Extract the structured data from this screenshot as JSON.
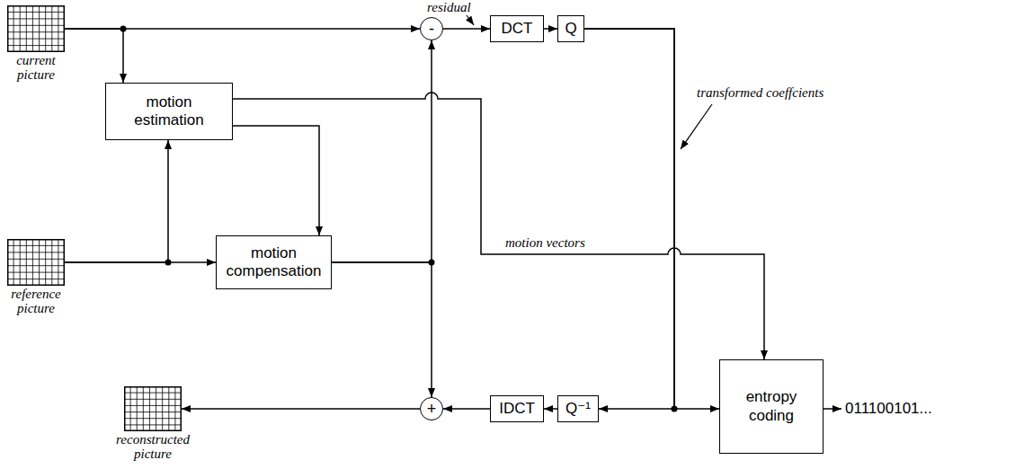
{
  "diagram": {
    "nodes": [
      {
        "text": [
          "current picture"
        ]
      },
      {
        "text": [
          "motion estimation"
        ]
      },
      {
        "text": [
          "reference picture"
        ]
      },
      {
        "text": [
          "motion compensation"
        ]
      },
      {
        "text": [
          "-"
        ]
      },
      {
        "text": [
          "DCT"
        ]
      },
      {
        "text": [
          "Q"
        ]
      },
      {
        "text": [
          "entropy coding"
        ]
      },
      {
        "text": [
          "Q⁻¹"
        ]
      },
      {
        "text": [
          "IDCT"
        ]
      },
      {
        "text": [
          "+"
        ]
      },
      {
        "text": [
          "reconstructed picture"
        ]
      }
    ],
    "edges": [
      {
        "from": 0,
        "to": 4,
        "arrow": "to"
      },
      {
        "from": 0,
        "to": 1,
        "arrow": "to"
      },
      {
        "from": 2,
        "to": 1,
        "arrow": "to"
      },
      {
        "from": 2,
        "to": 3,
        "arrow": "to"
      },
      {
        "from": 1,
        "to": 3,
        "arrow": "to"
      },
      {
        "from": 3,
        "to": 4,
        "arrow": "to"
      },
      {
        "from": 3,
        "to": 10,
        "arrow": "to"
      },
      {
        "from": 1,
        "to": 7,
        "label": "motion vectors",
        "arrow": "to"
      },
      {
        "from": 6,
        "to": 7,
        "arrow": "to"
      },
      {
        "from": 6,
        "to": 8,
        "arrow": "to"
      },
      {
        "from": 8,
        "to": 9,
        "arrow": "to"
      },
      {
        "from": 9,
        "to": 10,
        "arrow": "to"
      },
      {
        "from": 10,
        "to": 11,
        "arrow": "to"
      },
      {
        "from": 4,
        "to": 5,
        "arrow": "to"
      },
      {
        "from": 5,
        "to": 6,
        "arrow": "to"
      }
    ],
    "labels": [
      "residual",
      "transformed coeffcients",
      "011100101..."
    ]
  }
}
